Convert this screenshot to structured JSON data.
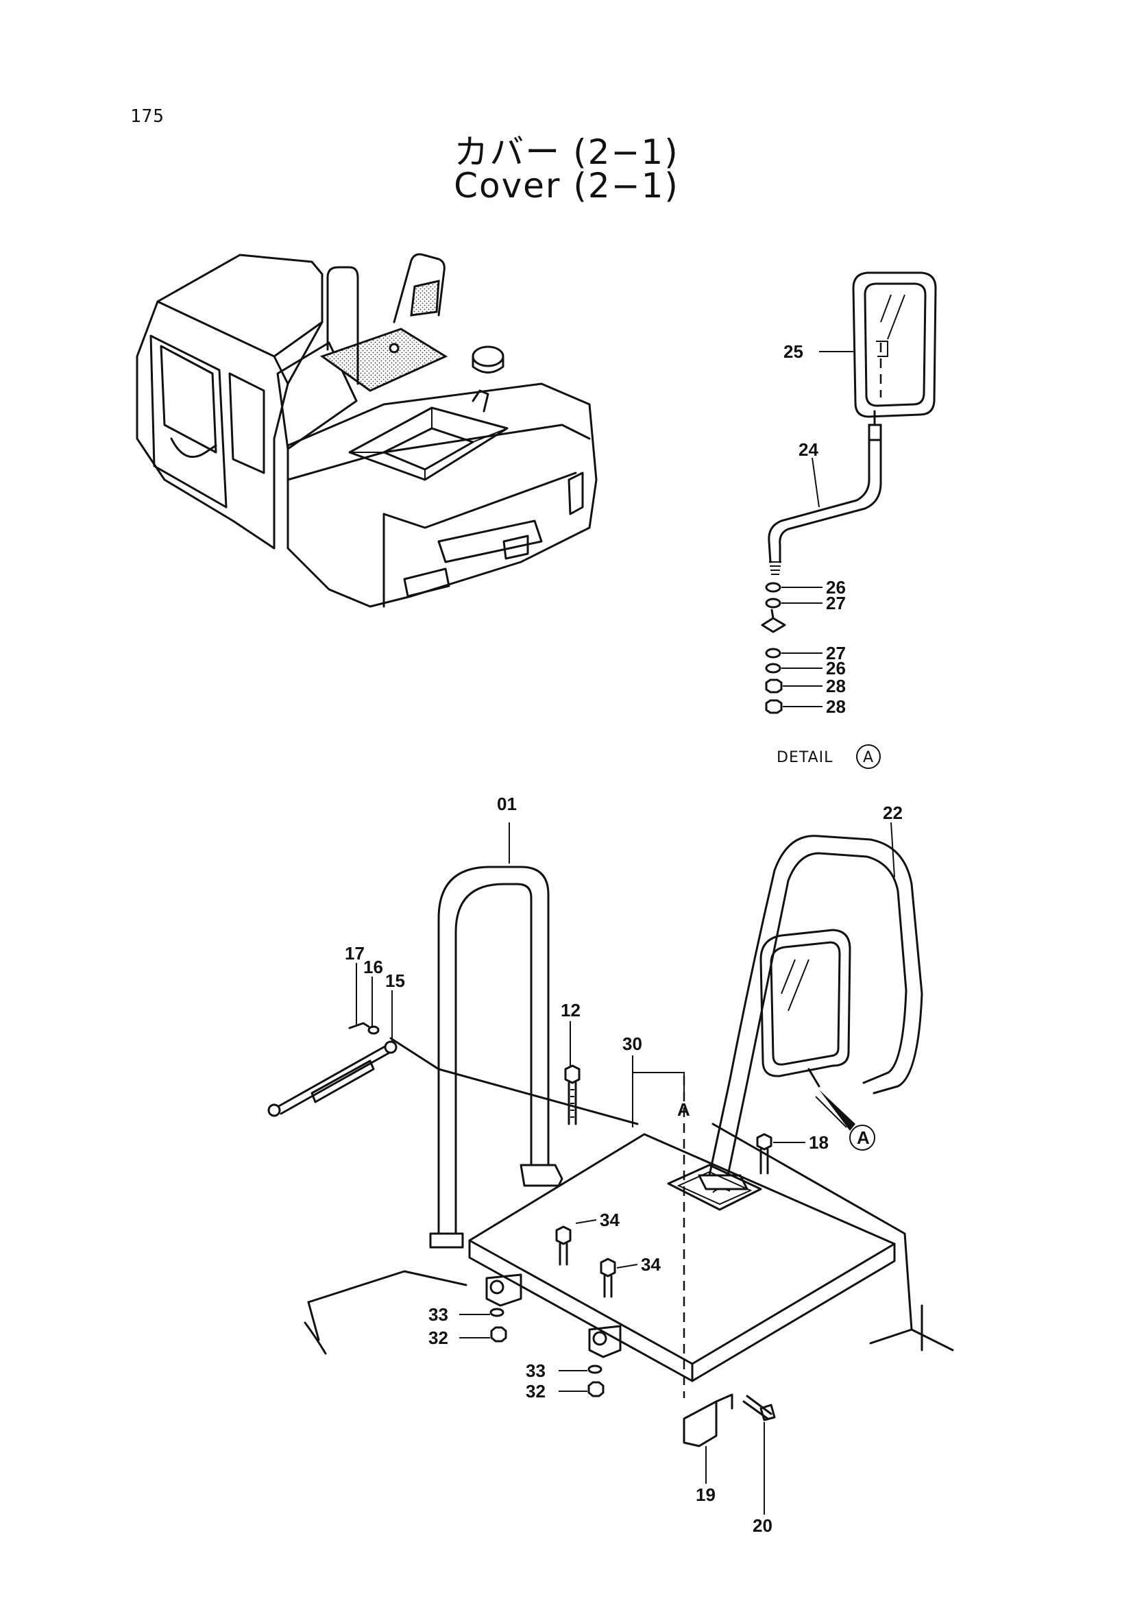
{
  "page": {
    "number": "175",
    "title_jp": "カバー (2−1)",
    "title_en": "Cover (2−1)"
  },
  "detail": {
    "label": "DETAIL",
    "marker": "A"
  },
  "callouts": {
    "p01": "01",
    "p12": "12",
    "p15": "15",
    "p16": "16",
    "p17": "17",
    "p18": "18",
    "p19": "19",
    "p20": "20",
    "p22": "22",
    "p24": "24",
    "p25": "25",
    "p26a": "26",
    "p26b": "26",
    "p27a": "27",
    "p27b": "27",
    "p28a": "28",
    "p28b": "28",
    "p30": "30",
    "p32a": "32",
    "p32b": "32",
    "p33a": "33",
    "p33b": "33",
    "p34a": "34",
    "p34b": "34",
    "refA_circle": "A",
    "refA_letter": "A"
  }
}
